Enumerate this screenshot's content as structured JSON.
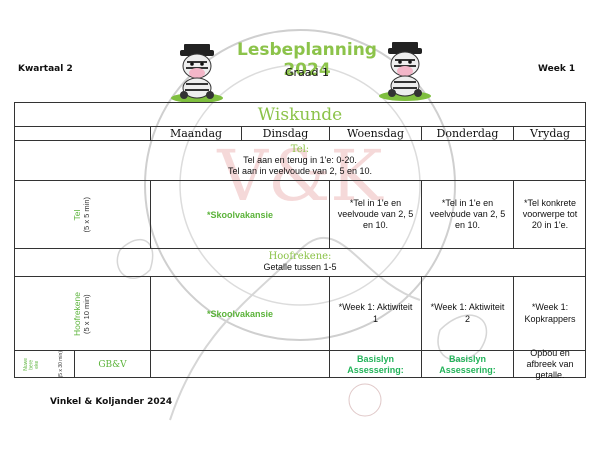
{
  "header": {
    "title": "Lesbeplanning 2024",
    "subtitle": "Graad 1",
    "term": "Kwartaal 2",
    "week": "Week 1"
  },
  "table": {
    "subject": "Wiskunde",
    "days": [
      "Maandag",
      "Dinsdag",
      "Woensdag",
      "Donderdag",
      "Vrydag"
    ],
    "tel": {
      "title": "Tel:",
      "line1": "Tel aan en terug in 1'e: 0-20.",
      "line2": "Tel aan in veelvoude van 2, 5 en 10.",
      "row_label": "Tel",
      "row_duration": "(5 x 5 min)",
      "holiday": "*Skoolvakansie",
      "wed": "*Tel in 1'e en veelvoude van 2, 5 en 10.",
      "thu": "*Tel in 1'e en veelvoude van 2, 5 en 10.",
      "fri": "*Tel konkrete voorwerpe tot 20 in 1'e."
    },
    "hoof": {
      "title": "Hoofrekene:",
      "line1": "Getalle tussen 1-5",
      "row_label": "Hoofrekene",
      "row_duration": "(5 x 10 min)",
      "holiday": "*Skoolvakansie",
      "wed": "*Week 1: Aktiwiteit 1",
      "thu": "*Week 1: Aktiwiteit 2",
      "fri": "*Week 1: Kopkrappers"
    },
    "gbv": {
      "row_label_a": "Nuwe",
      "row_label_b": "bere",
      "row_label_c": "eke",
      "row_duration": "(5 x 30 min)",
      "label": "GB&V",
      "wed": "Basislyn Assessering:",
      "thu": "Basislyn Assessering:",
      "fri": "Opbou en afbreek van getalle."
    }
  },
  "footer": {
    "credit": "Vinkel & Koljander 2024"
  },
  "colors": {
    "accent_green": "#8cc34a",
    "text_green": "#5bb33a"
  }
}
